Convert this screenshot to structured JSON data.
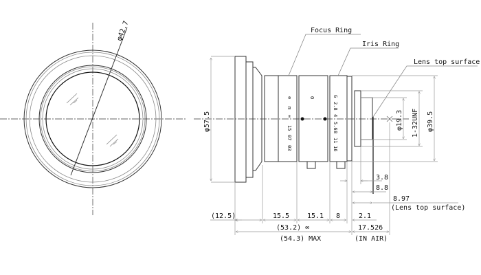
{
  "front_view": {
    "diameter_label": "φ42.7"
  },
  "side_view": {
    "callouts": {
      "focus_ring": "Focus Ring",
      "iris_ring": "Iris Ring",
      "lens_top_surface": "Lens top surface"
    },
    "diameters": {
      "body": "φ57.5",
      "mount_inner": "φ19.3",
      "thread": "1-32UNF",
      "rear": "φ39.5"
    },
    "focus_marks": [
      "⊖",
      "m",
      "∞",
      "15",
      "07",
      "03"
    ],
    "iris_marks": [
      "G",
      "2.8",
      "4",
      "5.6",
      "8",
      "11",
      "16"
    ],
    "iris_index": "O"
  },
  "dimensions": {
    "d_3_8": "3.8",
    "d_8_8": "8.8",
    "d_8_97": "8.97",
    "d_8_97_note": "(Lens top surface)",
    "d_12_5": "(12.5)",
    "d_15_5": "15.5",
    "d_15_1": "15.1",
    "d_8": "8",
    "d_2_1": "2.1",
    "d_53_2": "(53.2) ∞",
    "d_54_3": "(54.3) MAX",
    "d_17_526": "17.526",
    "d_in_air": "(IN AIR)"
  }
}
